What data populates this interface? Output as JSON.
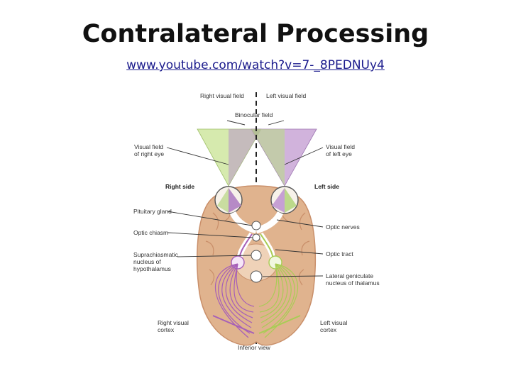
{
  "slide": {
    "title": "Contralateral Processing",
    "link": "www.youtube.com/watch?v=7-_8PEDNUy4"
  },
  "diagram": {
    "labels": {
      "right_visual_field": "Right visual field",
      "left_visual_field": "Left visual field",
      "binocular_field": "Binocular field",
      "visual_field_right_eye": [
        "Visual field",
        "of right eye"
      ],
      "visual_field_left_eye": [
        "Visual field",
        "of left eye"
      ],
      "right_side": "Right side",
      "left_side": "Left side",
      "pituitary_gland": "Pituitary gland",
      "optic_chiasm": "Optic chiasm",
      "suprachiasmatic": [
        "Suprachiasmatic",
        "nucleus of",
        "hypothalamus"
      ],
      "optic_nerves": "Optic nerves",
      "optic_tract": "Optic tract",
      "lateral_geniculate": [
        "Lateral geniculate",
        "nucleus of thalamus"
      ],
      "right_visual_cortex": [
        "Right visual",
        "cortex"
      ],
      "left_visual_cortex": [
        "Left visual",
        "cortex"
      ],
      "inferior_view": "Inferior view"
    },
    "colors": {
      "right_eye_field": "#cfe6a0",
      "left_eye_field": "#c9a6d6",
      "overlap": "#9c9a7a",
      "brain": "#e0b38e",
      "brain_dark": "#c98f6a",
      "right_pathway": "#a65fb8",
      "left_pathway": "#a9cc55"
    }
  }
}
